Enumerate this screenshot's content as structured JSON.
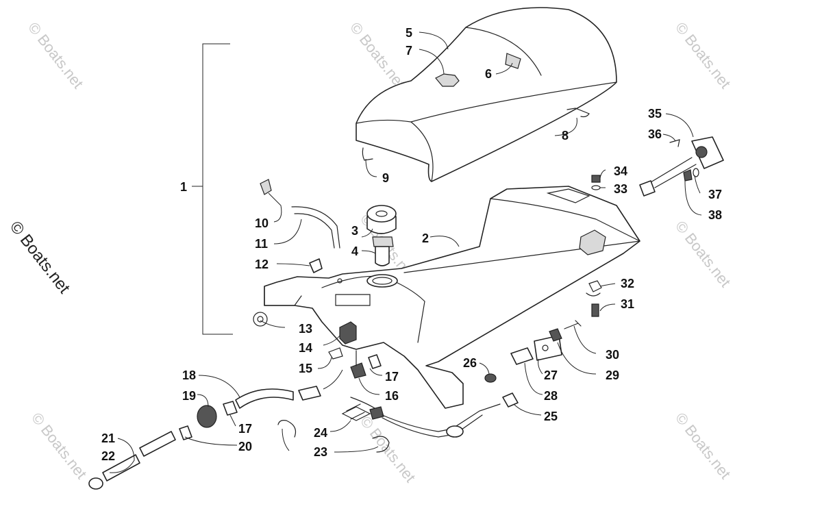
{
  "watermark": "© Boats.net",
  "parts": {
    "p1": "1",
    "p2": "2",
    "p3": "3",
    "p4": "4",
    "p5": "5",
    "p6": "6",
    "p7": "7",
    "p8": "8",
    "p9": "9",
    "p10": "10",
    "p11": "11",
    "p12": "12",
    "p13": "13",
    "p14": "14",
    "p15": "15",
    "p16": "16",
    "p17a": "17",
    "p17b": "17",
    "p18": "18",
    "p19": "19",
    "p20": "20",
    "p21": "21",
    "p22": "22",
    "p23": "23",
    "p24": "24",
    "p25": "25",
    "p26": "26",
    "p27": "27",
    "p28": "28",
    "p29": "29",
    "p30": "30",
    "p31": "31",
    "p32": "32",
    "p33": "33",
    "p34": "34",
    "p35": "35",
    "p36": "36",
    "p37": "37",
    "p38": "38"
  }
}
